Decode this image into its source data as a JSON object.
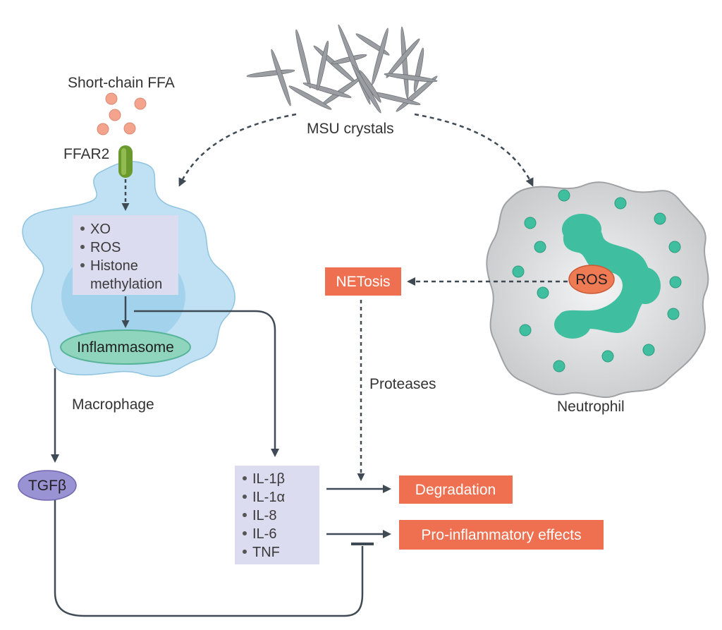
{
  "labels": {
    "short_chain_ffa": "Short-chain FFA",
    "ffar2": "FFAR2",
    "msu_crystals": "MSU crystals",
    "macrophage": "Macrophage",
    "neutrophil": "Neutrophil",
    "inflammasome": "Inflammasome",
    "ros": "ROS",
    "netosis": "NETosis",
    "proteases": "Proteases",
    "tgfb": "TGFβ",
    "degradation": "Degradation",
    "pro_inflammatory": "Pro-inflammatory effects"
  },
  "macrophage_box": [
    "XO",
    "ROS",
    "Histone",
    "methylation"
  ],
  "cytokines": [
    "IL-1β",
    "IL-1α",
    "IL-8",
    "IL-6",
    "TNF"
  ],
  "colors": {
    "macrophage_fill": "#bfe1f3",
    "macrophage_nucleus": "#9ccfea",
    "inflammasome": "#8fd4bd",
    "text_box": "#dcdcf0",
    "neutrophil_fill": "#d9dadb",
    "neutrophil_granule": "#3fbf9f",
    "ros_fill": "#ef7b55",
    "outcome_box": "#ef7050",
    "tgfb_fill": "#9a93d3",
    "ffa_dot": "#f4a38c",
    "ffar2": "#6a9a2e",
    "crystal": "#9a9ea3",
    "arrow": "#3f4a54"
  },
  "icons": [
    "msu-crystal-icon",
    "ffa-dot-icon",
    "ffar2-receptor-icon",
    "granule-icon"
  ]
}
